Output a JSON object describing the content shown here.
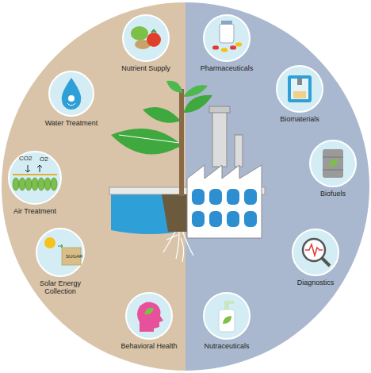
{
  "diagram": {
    "nodes": [
      {
        "text": [
          "Nutrient Supply"
        ]
      },
      {
        "text": [
          "Pharmaceuticals"
        ]
      },
      {
        "text": [
          "Water Treatment"
        ]
      },
      {
        "text": [
          "Biomaterials"
        ]
      },
      {
        "text": [
          "Air Treatment"
        ]
      },
      {
        "text": [
          "Biofuels"
        ]
      },
      {
        "text": [
          "Solar Energy Collection"
        ]
      },
      {
        "text": [
          "Diagnostics"
        ]
      },
      {
        "text": [
          "Behavioral Health"
        ]
      },
      {
        "text": [
          "Nutraceuticals"
        ]
      }
    ],
    "labels": [
      "CO2",
      "O2",
      "SUGAR"
    ]
  }
}
